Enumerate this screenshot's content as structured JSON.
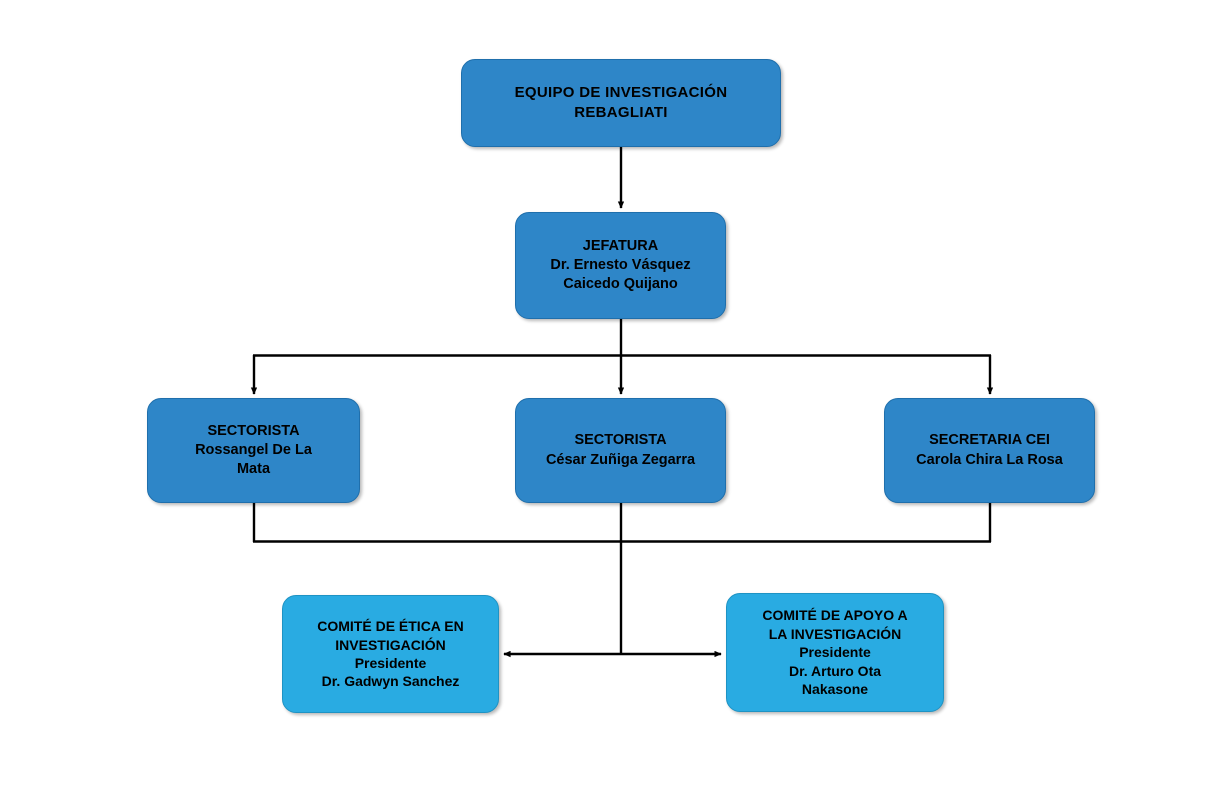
{
  "diagram": {
    "type": "organizational-chart",
    "background_color": "#FFFFFF",
    "palette": {
      "node_primary_fill": "#2E86C8",
      "node_primary_border": "#1F6FAC",
      "node_secondary_fill": "#29ABE2",
      "node_secondary_border": "#1E93C4",
      "connector_color": "#000000",
      "text_color": "#000000"
    },
    "nodes": {
      "root": {
        "title_line1": "EQUIPO DE INVESTIGACIÓN",
        "title_line2": "REBAGLIATI"
      },
      "jefatura": {
        "role": "JEFATURA",
        "name_line1": "Dr. Ernesto Vásquez",
        "name_line2": "Caicedo Quijano"
      },
      "sectorista_left": {
        "role": "SECTORISTA",
        "name_line1": "Rossangel De La",
        "name_line2": "Mata"
      },
      "sectorista_mid": {
        "role": "SECTORISTA",
        "name_line1": "César Zuñiga Zegarra"
      },
      "secretaria": {
        "role": "SECRETARIA CEI",
        "name_line1": "Carola Chira La Rosa"
      },
      "comite_etica": {
        "title_line1": "COMITÉ DE ÉTICA EN",
        "title_line2": "INVESTIGACIÓN",
        "role": "Presidente",
        "name_line1": "Dr. Gadwyn Sanchez"
      },
      "comite_apoyo": {
        "title_line1": "COMITÉ DE APOYO A",
        "title_line2": "LA INVESTIGACIÓN",
        "role": "Presidente",
        "name_line1": "Dr. Arturo Ota",
        "name_line2": "Nakasone"
      }
    },
    "connectors": [
      {
        "name": "root-to-jefatura",
        "kind": "arrow-down"
      },
      {
        "name": "jefatura-to-distribution-bar",
        "kind": "line-down"
      },
      {
        "name": "distribution-bar",
        "kind": "horizontal-bus"
      },
      {
        "name": "bar-to-sectorista-left",
        "kind": "arrow-down"
      },
      {
        "name": "bar-to-sectorista-mid",
        "kind": "arrow-down"
      },
      {
        "name": "bar-to-secretaria",
        "kind": "arrow-down"
      },
      {
        "name": "sectoristas-to-lower-bus",
        "kind": "horizontal-bus"
      },
      {
        "name": "lower-bus-to-committees",
        "kind": "line-down"
      },
      {
        "name": "committees-double-arrow",
        "kind": "arrow-bidirectional"
      }
    ]
  }
}
